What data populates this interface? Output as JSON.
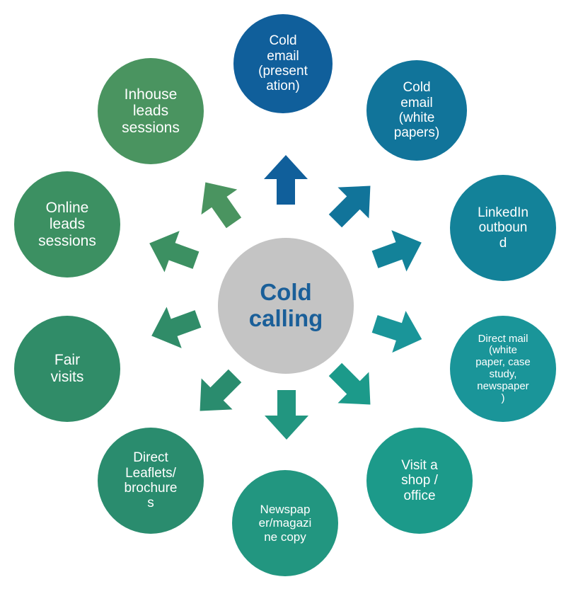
{
  "center": {
    "label": "Cold\ncalling",
    "color": "#c4c4c4",
    "text_color": "#1a5f99"
  },
  "nodes": [
    {
      "id": "cold-email-presentation",
      "label": "Cold\nemail\n(present\nation)",
      "color": "#105f9b"
    },
    {
      "id": "cold-email-white-papers",
      "label": "Cold\nemail\n(white\npapers)",
      "color": "#11749a"
    },
    {
      "id": "linkedin-outbound",
      "label": "LinkedIn\noutboun\nd",
      "color": "#138299"
    },
    {
      "id": "direct-mail",
      "label": "Direct mail\n(white\npaper, case\nstudy,\nnewspaper\n)",
      "color": "#1a9599"
    },
    {
      "id": "visit-a-shop-office",
      "label": "Visit a\nshop /\noffice",
      "color": "#1c9a8a"
    },
    {
      "id": "newspaper-magazine-copy",
      "label": "Newspap\ner/magazi\nne copy",
      "color": "#229680"
    },
    {
      "id": "direct-leaflets-brochures",
      "label": "Direct\nLeaflets/\nbrochure\ns",
      "color": "#2a8c6e"
    },
    {
      "id": "fair-visits",
      "label": "Fair\nvisits",
      "color": "#308c68"
    },
    {
      "id": "online-leads-sessions",
      "label": "Online\nleads\nsessions",
      "color": "#3c9062"
    },
    {
      "id": "inhouse-leads-sessions",
      "label": "Inhouse\nleads\nsessions",
      "color": "#4a9460"
    }
  ]
}
